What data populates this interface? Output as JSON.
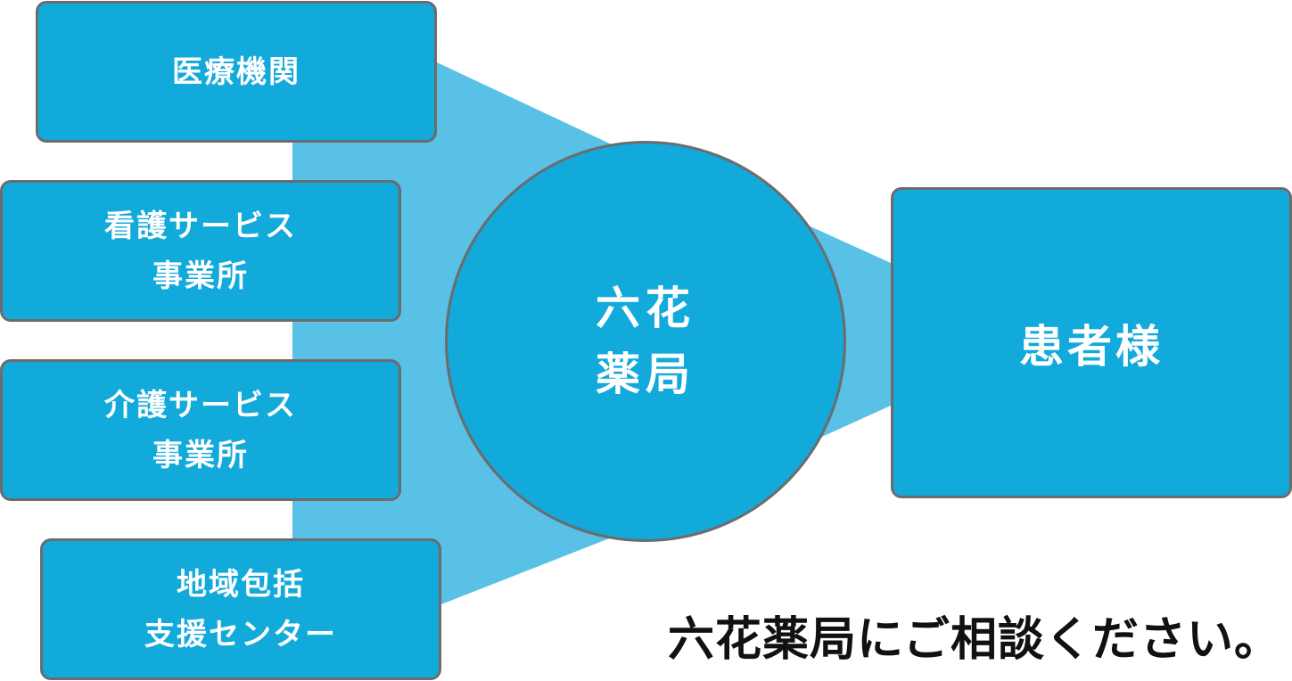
{
  "colors": {
    "box_fill": "#12A9DB",
    "funnel_fill": "#58C1E5",
    "border": "#6C6C6C",
    "text": "#FFFFFF",
    "caption": "#111111"
  },
  "sources": [
    {
      "lines": [
        "医療機関"
      ]
    },
    {
      "lines": [
        "看護サービス",
        "事業所"
      ]
    },
    {
      "lines": [
        "介護サービス",
        "事業所"
      ]
    },
    {
      "lines": [
        "地域包括",
        "支援センター"
      ]
    }
  ],
  "hub": {
    "lines": [
      "六花",
      "薬局"
    ]
  },
  "target": {
    "label": "患者様"
  },
  "caption": "六花薬局にご相談ください。"
}
